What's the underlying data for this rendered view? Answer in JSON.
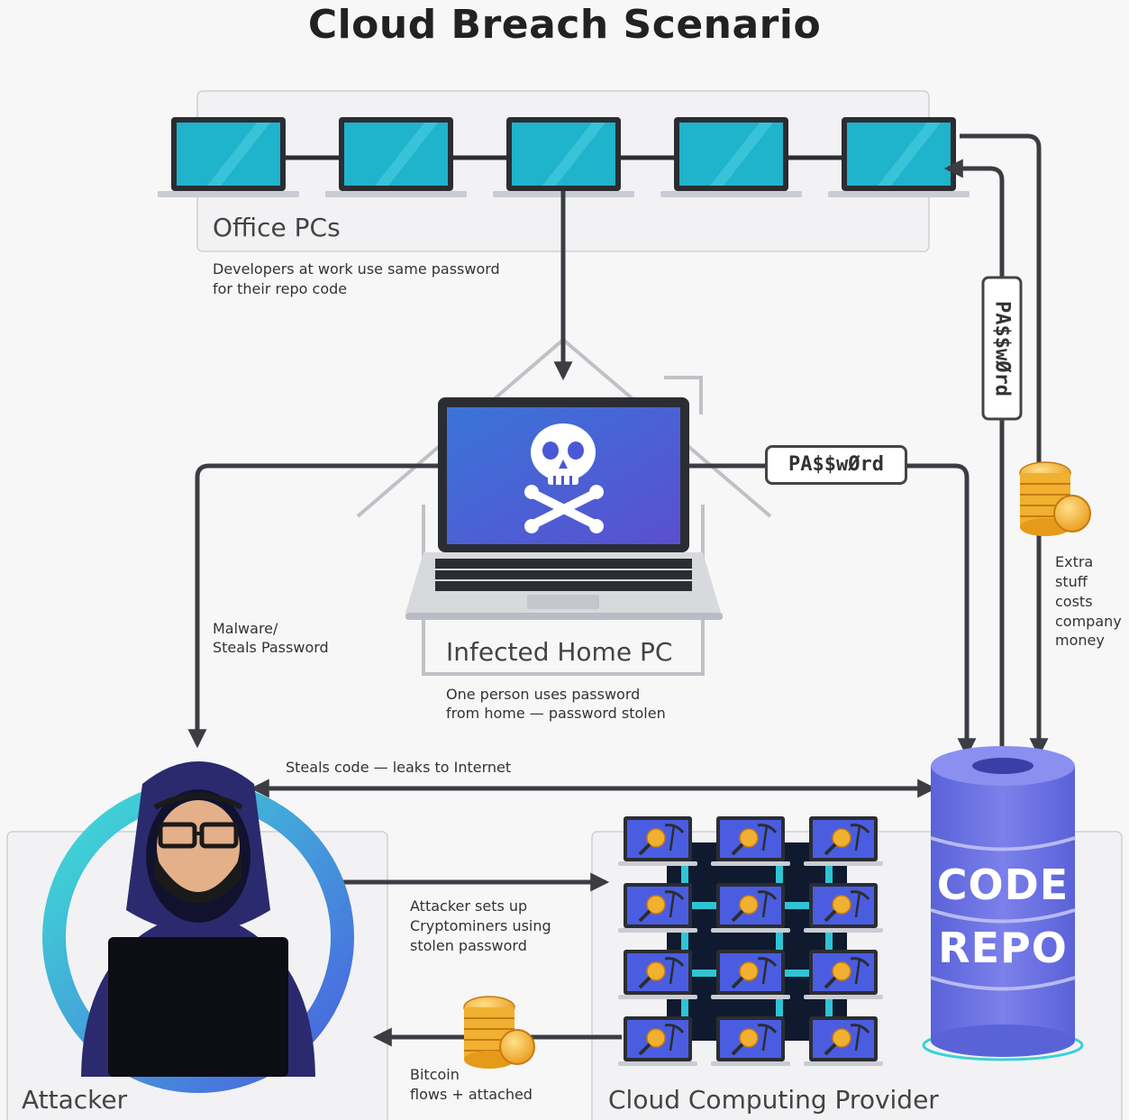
{
  "title": "Cloud Breach Scenario",
  "office": {
    "label": "Office PCs",
    "note_line1": "Developers at work use same password",
    "note_line2": "for their repo code"
  },
  "home": {
    "label": "Infected Home PC",
    "note_line1": "One person uses password",
    "note_line2": "from home — password stolen"
  },
  "malware": {
    "line1": "Malware/",
    "line2": "Steals Password"
  },
  "password_horizontal": "PA$$wØrd",
  "password_vertical": "PA$$wØrd",
  "steals_code": "Steals code — leaks to Internet",
  "attacker": {
    "label": "Attacker"
  },
  "cryptominers": {
    "line1": "Attacker sets up",
    "line2": "Cryptominers using",
    "line3": "stolen password"
  },
  "bitcoin": {
    "line1": "Bitcoin",
    "line2": "flows + attached"
  },
  "extra": {
    "line1": "Extra",
    "line2": "stuff",
    "line3": "costs",
    "line4": "company",
    "line5": "money"
  },
  "cloud": {
    "label": "Cloud Computing Provider"
  },
  "repo": {
    "line1": "CODE",
    "line2": "REPO"
  },
  "colors": {
    "screen_cyan": "#1fb3cc",
    "laptop_dark": "#2b2d33",
    "arrow": "#3b3d42",
    "repo_purple": "#6a6fe0",
    "attacker_ring": "#3ad1d6"
  }
}
